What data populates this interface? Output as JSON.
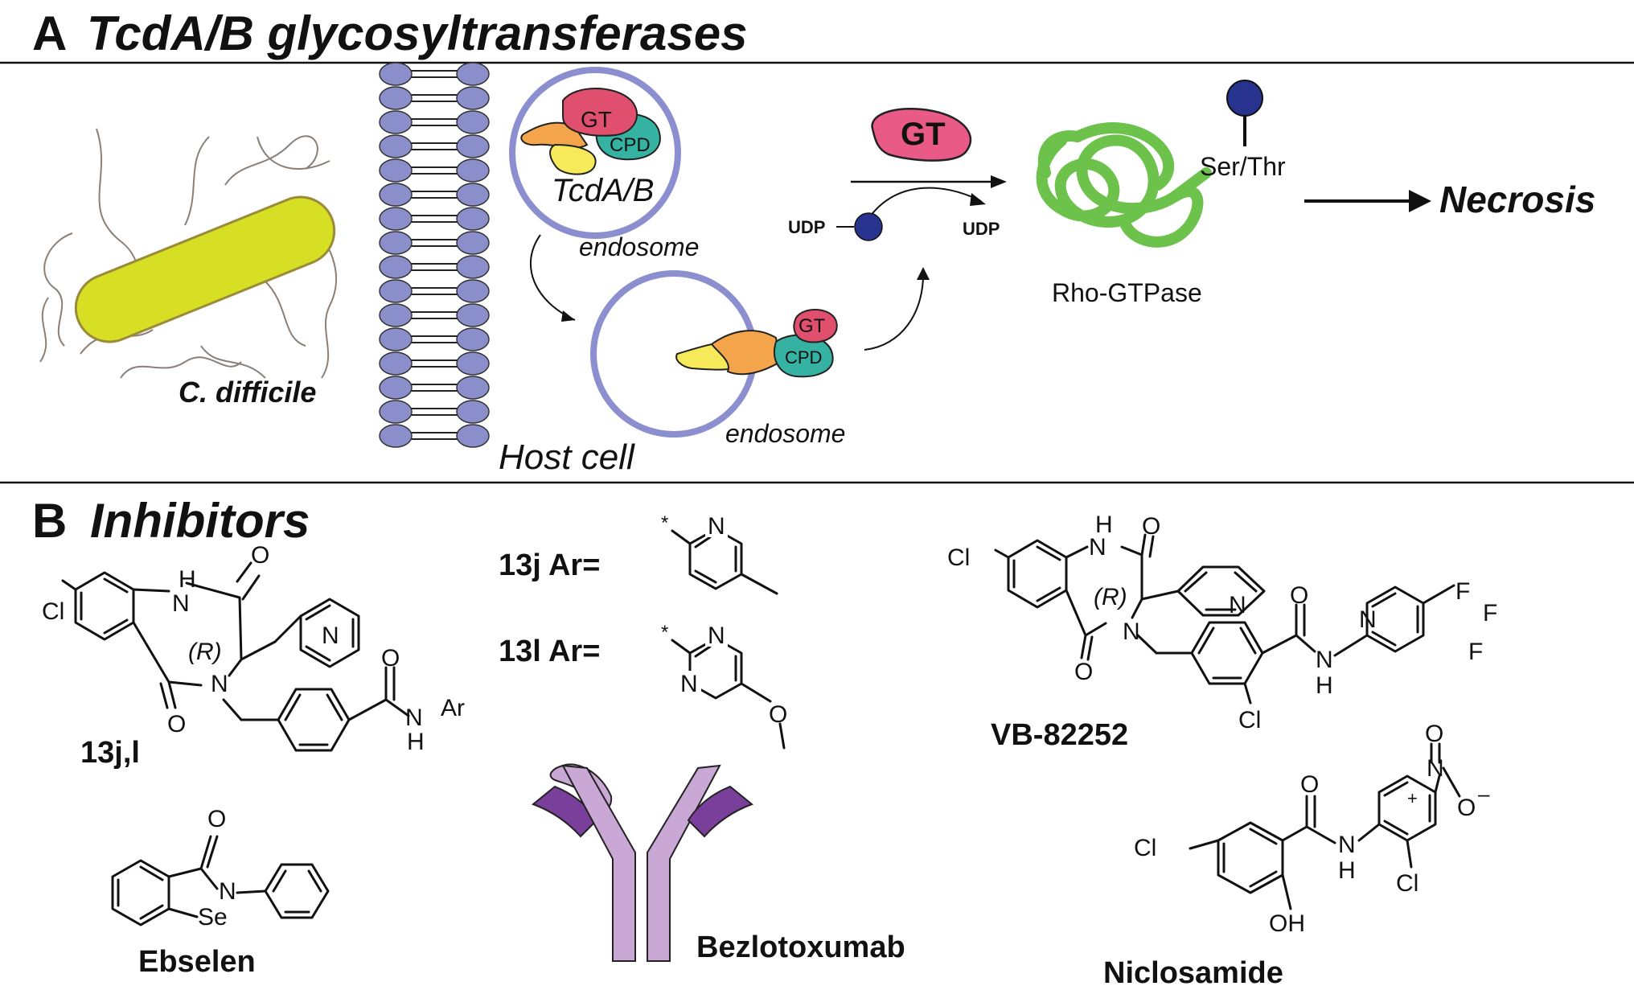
{
  "panel_a": {
    "letter": "A",
    "title": "TcdA/B glycosyltransferases",
    "bacterium_label": "C. difficile",
    "host_cell_label": "Host cell",
    "endosome_label_1": "endosome",
    "endosome_label_2": "endosome",
    "toxin_label": "TcdA/B",
    "domain_gt": "GT",
    "domain_cpd": "CPD",
    "gt_enzyme_label": "GT",
    "udp_left": "UDP",
    "udp_right": "UDP",
    "residue_label": "Ser/Thr",
    "substrate_label": "Rho-GTPase",
    "outcome_label": "Necrosis"
  },
  "panel_b": {
    "letter": "B",
    "title": "Inhibitors",
    "compound_13jl": {
      "name": "13j,l",
      "stereo": "(R)",
      "atoms": {
        "cl": "Cl",
        "h": "H",
        "n": "N",
        "o": "O",
        "ar": "Ar"
      }
    },
    "ar_13j": {
      "label": "13j Ar=",
      "star": "*",
      "n": "N"
    },
    "ar_13l": {
      "label": "13l Ar=",
      "star": "*",
      "n": "N",
      "o": "O"
    },
    "vb": {
      "name": "VB-82252",
      "stereo": "(R)",
      "atoms": {
        "cl": "Cl",
        "h": "H",
        "n": "N",
        "o": "O",
        "f": "F"
      }
    },
    "ebselen": {
      "name": "Ebselen",
      "atoms": {
        "o": "O",
        "n": "N",
        "se": "Se"
      }
    },
    "antibody": {
      "name": "Bezlotoxumab"
    },
    "niclosamide": {
      "name": "Niclosamide",
      "atoms": {
        "cl": "Cl",
        "o": "O",
        "n": "N",
        "h": "H",
        "oh": "OH",
        "plus": "+",
        "minus": "–"
      }
    }
  },
  "colors": {
    "membrane_head": "#8a8fcb",
    "endosome": "#8b8fcf",
    "bacterium_fill": "#d6df24",
    "gt_domain": "#e0506e",
    "gt_enzyme": "#ea5a88",
    "cpd_domain": "#35b2a1",
    "delivery_domain": "#f4a44a",
    "binding_domain": "#f7ea5a",
    "rho_gtpase": "#6cc24a",
    "sugar": "#27338f",
    "antibody_light": "#c9a8d6",
    "antibody_dark": "#7a3f9a"
  }
}
